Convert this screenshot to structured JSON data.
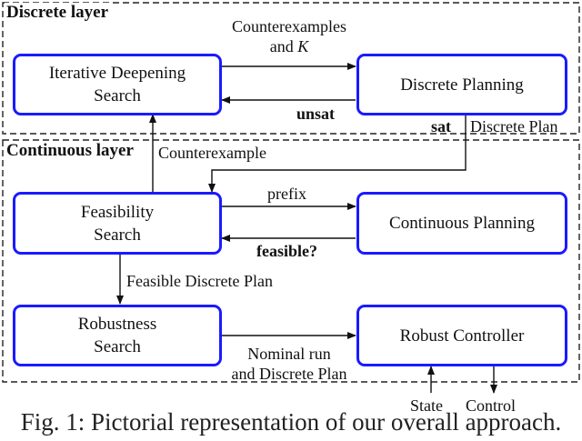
{
  "layers": {
    "discrete": "Discrete layer",
    "continuous": "Continuous layer"
  },
  "boxes": {
    "ids_line1": "Iterative Deepening",
    "ids_line2": "Search",
    "discrete_planning": "Discrete Planning",
    "feasibility_line1": "Feasibility",
    "feasibility_line2": "Search",
    "continuous_planning": "Continuous Planning",
    "robustness_line1": "Robustness",
    "robustness_line2": "Search",
    "robust_controller": "Robust Controller"
  },
  "edges": {
    "counterexamples_line1": "Counterexamples",
    "counterexamples_line2_prefix": "and",
    "counterexamples_line2_var": "K",
    "unsat": "unsat",
    "sat": "sat",
    "discrete_plan": "Discrete Plan",
    "counterexample": "Counterexample",
    "prefix": "prefix",
    "feasible": "feasible?",
    "feasible_discrete_plan": "Feasible Discrete Plan",
    "nominal_line1": "Nominal run",
    "nominal_line2": "and Discrete Plan",
    "state": "State",
    "control": "Control"
  },
  "caption": "Fig. 1: Pictorial representation of our overall approach."
}
